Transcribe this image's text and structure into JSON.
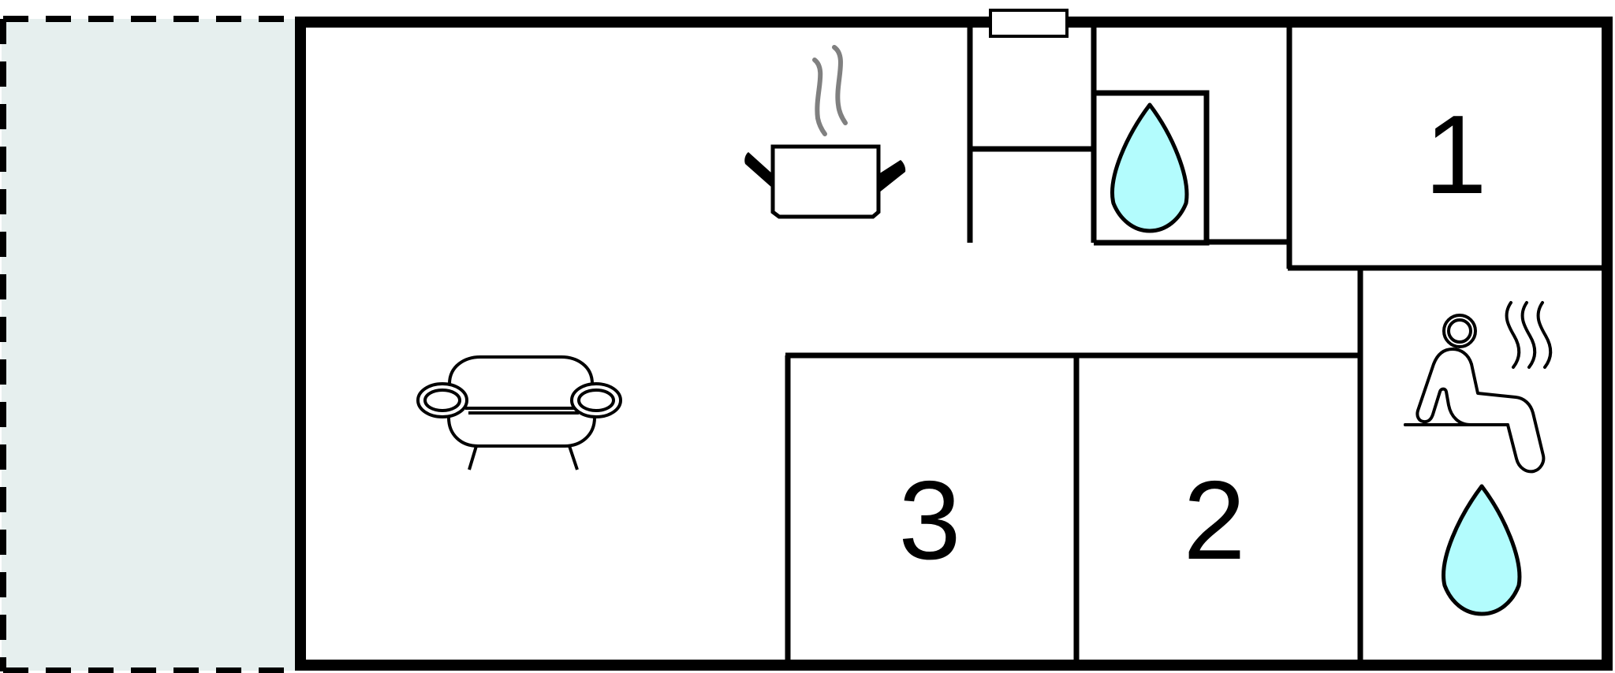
{
  "floor_plan": {
    "colors": {
      "wall": "#000000",
      "terrace_fill": "#e6efee",
      "water": "#b3fcfd",
      "steam": "#808080",
      "background": "#ffffff"
    },
    "areas": [
      {
        "id": "terrace",
        "kind": "outdoor-terrace"
      },
      {
        "id": "living-room",
        "kind": "living-room",
        "icon": "sofa-icon"
      },
      {
        "id": "kitchen",
        "kind": "kitchen",
        "icon": "cooking-pot-icon"
      },
      {
        "id": "toilet",
        "kind": "toilet",
        "icon": "water-drop-icon"
      },
      {
        "id": "sauna-bathroom",
        "kind": "sauna-bathroom",
        "icons": [
          "sauna-icon",
          "water-drop-icon"
        ]
      }
    ],
    "bedrooms": [
      {
        "id": "bedroom-1",
        "label": "1"
      },
      {
        "id": "bedroom-2",
        "label": "2"
      },
      {
        "id": "bedroom-3",
        "label": "3"
      }
    ]
  }
}
